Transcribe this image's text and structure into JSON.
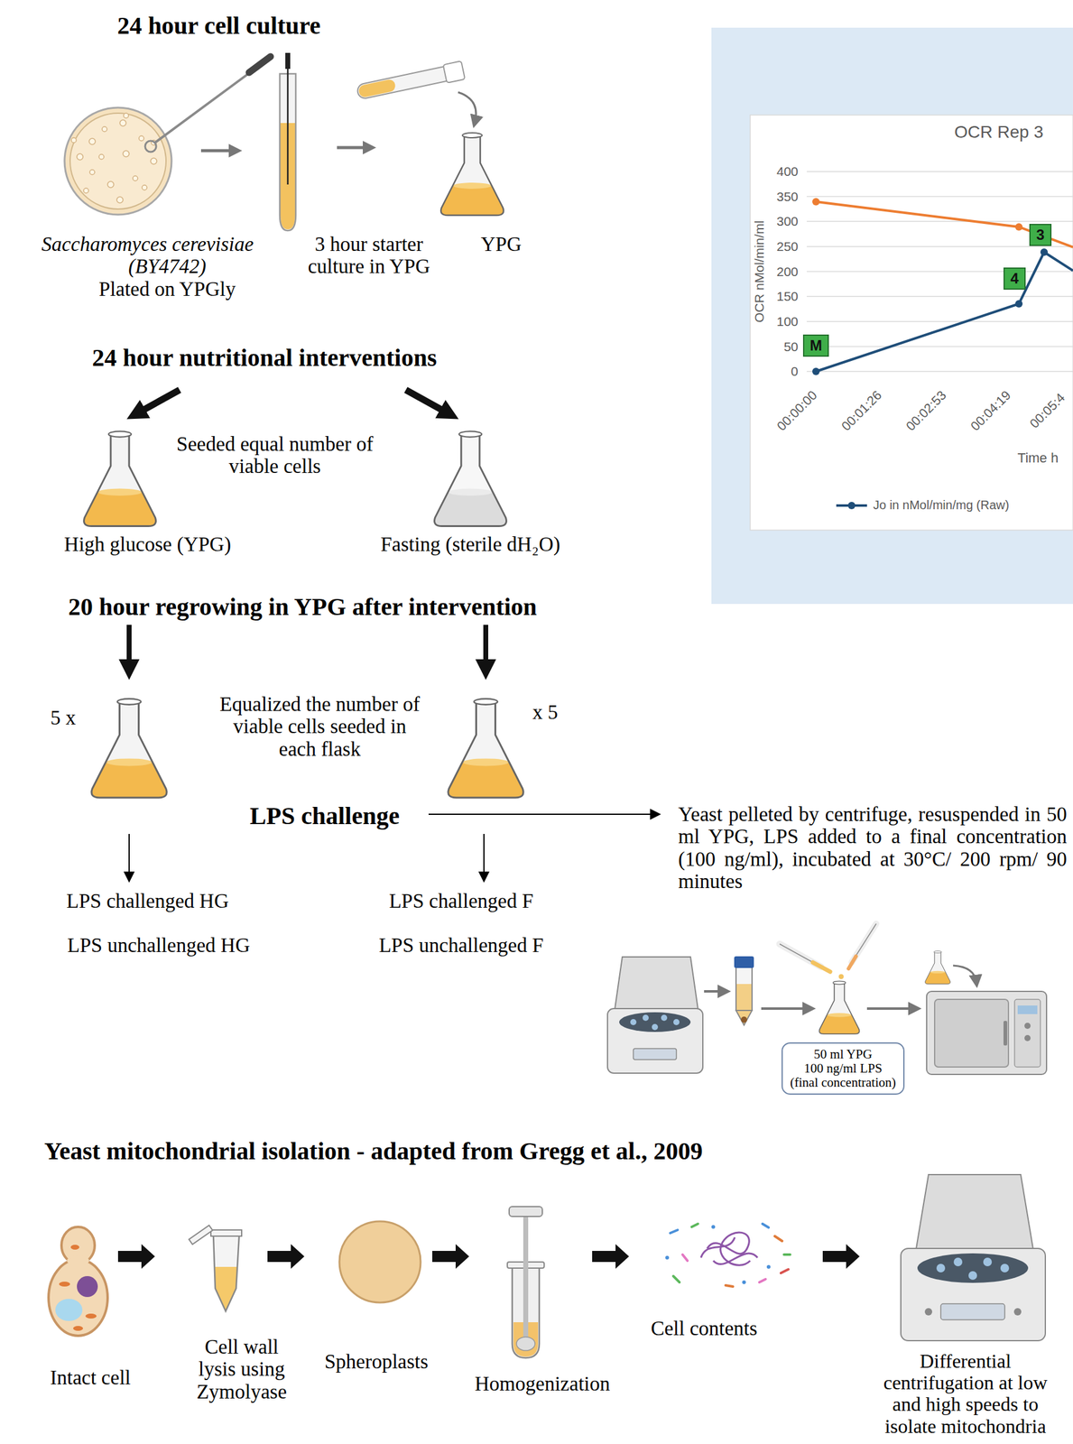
{
  "diagram": {
    "nodes": [
      {
        "text": [
          "M"
        ]
      },
      {
        "text": [
          "4"
        ]
      },
      {
        "text": [
          "3"
        ]
      },
      {
        "text": [
          "50 ml YPG",
          "100 ng/ml LPS",
          "(final concentration)"
        ]
      }
    ],
    "labels": [
      "24 hour cell culture",
      "Saccharomyces cerevisiae",
      "(BY4742)",
      "Plated on YPGly",
      "3 hour starter culture in YPG",
      "YPG",
      "24 hour nutritional interventions",
      "Seeded equal number of viable cells",
      "High glucose (YPG)",
      "Fasting (sterile dH₂O)",
      "20 hour regrowing in YPG after intervention",
      "5 x",
      "Equalized the number of viable cells seeded in each flask",
      "x 5",
      "LPS challenge",
      "LPS challenged HG",
      "LPS unchallenged HG",
      "LPS challenged F",
      "LPS unchallenged F",
      "Yeast pelleted by centrifuge, resuspended in 50 ml YPG, LPS added to a final concentration (100 ng/ml), incubated at 30°C/ 200 rpm/ 90 minutes",
      "OCR Rep 3",
      "OCR nMol/min/ml",
      "400",
      "350",
      "300",
      "250",
      "200",
      "150",
      "100",
      "50",
      "0",
      "00:00:00",
      "00:01:26",
      "00:02:53",
      "00:04:19",
      "00:05:4",
      "Time h",
      "Yeast mitochondrial isolation - adapted from Gregg et al., 2009",
      "Intact cell",
      "Cell wall lysis using Zymolyase",
      "Spheroplasts",
      "Homogenization",
      "Cell contents",
      "Differential centrifugation at low and high speeds to isolate mitochondria"
    ],
    "legend": [
      {
        "text": "Jo in nMol/min/mg (Raw)"
      }
    ]
  }
}
